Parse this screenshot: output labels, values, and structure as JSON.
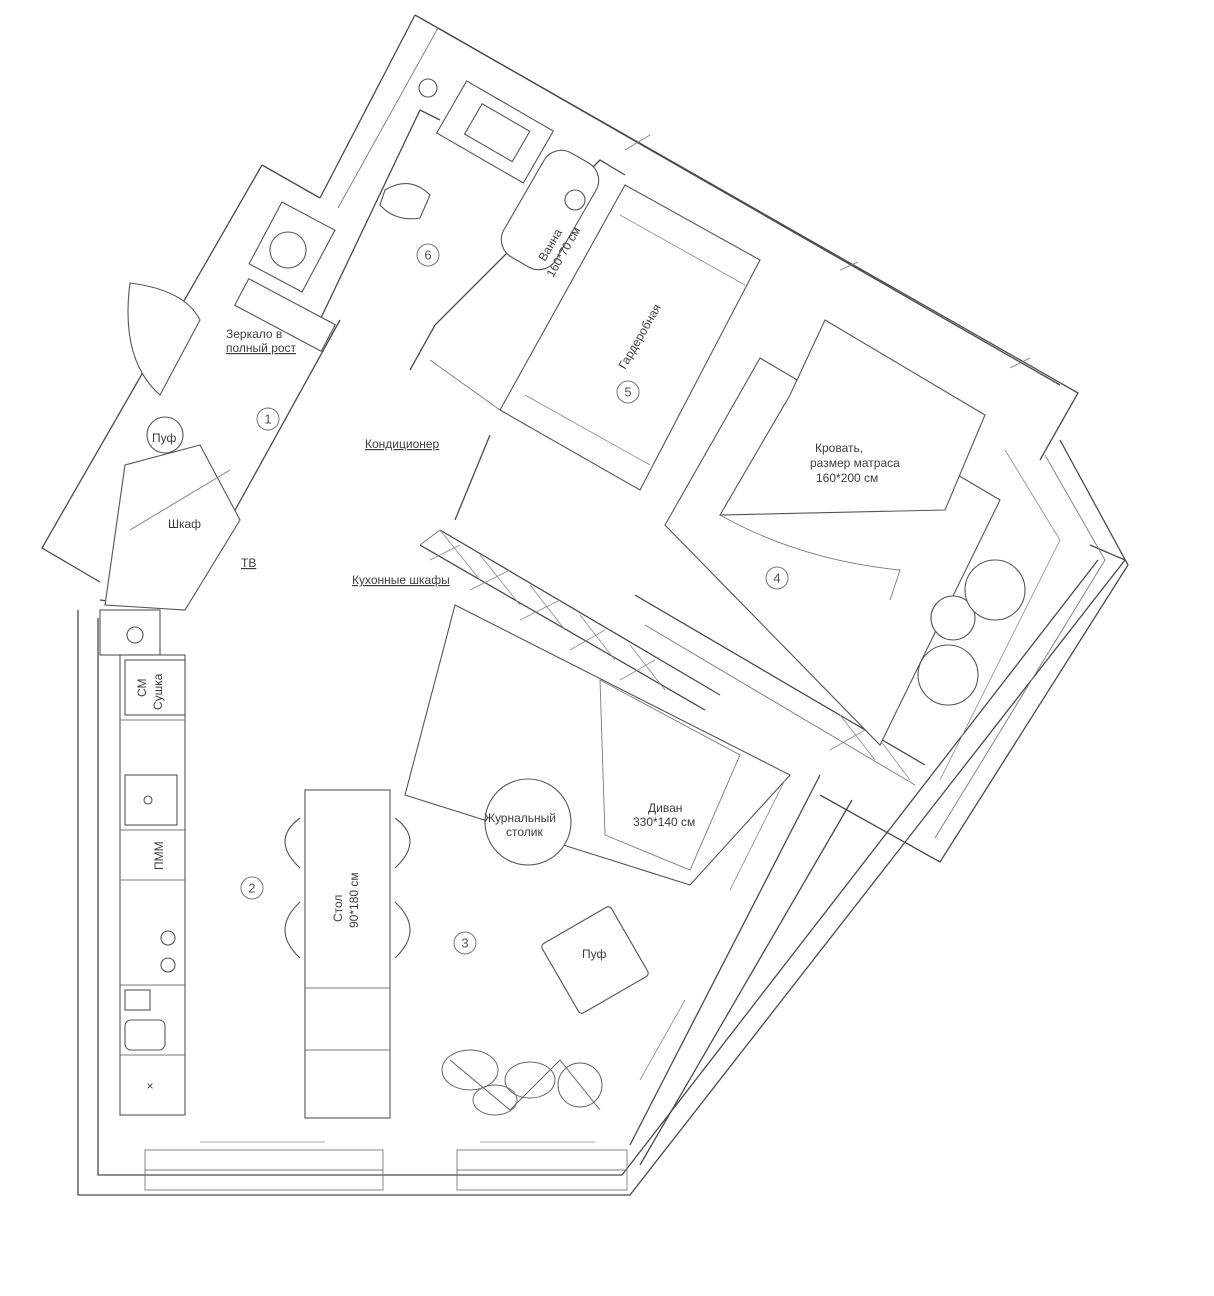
{
  "labels": {
    "mirror_line1": "Зеркало в",
    "mirror_line2": "полный рост",
    "pouf_hall": "Пуф",
    "wardrobe_hall": "Шкаф",
    "tv": "ТВ",
    "conditioner": "Кондиционер",
    "kitchen_cabinets": "Кухонные шкафы",
    "washer_dryer_line1": "СМ",
    "washer_dryer_line2": "Сушка",
    "dishwasher": "ПММ",
    "table_line1": "Стол",
    "table_line2": "90*180 см",
    "coffee_table_line1": "Журнальный",
    "coffee_table_line2": "столик",
    "sofa_line1": "Диван",
    "sofa_line2": "330*140 см",
    "pouf_living": "Пуф",
    "bath_line1": "Ванна",
    "bath_line2": "160*70 см",
    "dressing_room": "Гардеробная",
    "bed_line1": "Кровать,",
    "bed_line2": "размер матраса",
    "bed_line3": "160*200 см"
  },
  "rooms": [
    "1",
    "2",
    "3",
    "4",
    "5",
    "6"
  ],
  "colors": {
    "wall": "#4a4a4a",
    "furniture": "#555555",
    "text": "#3d3d3d"
  }
}
